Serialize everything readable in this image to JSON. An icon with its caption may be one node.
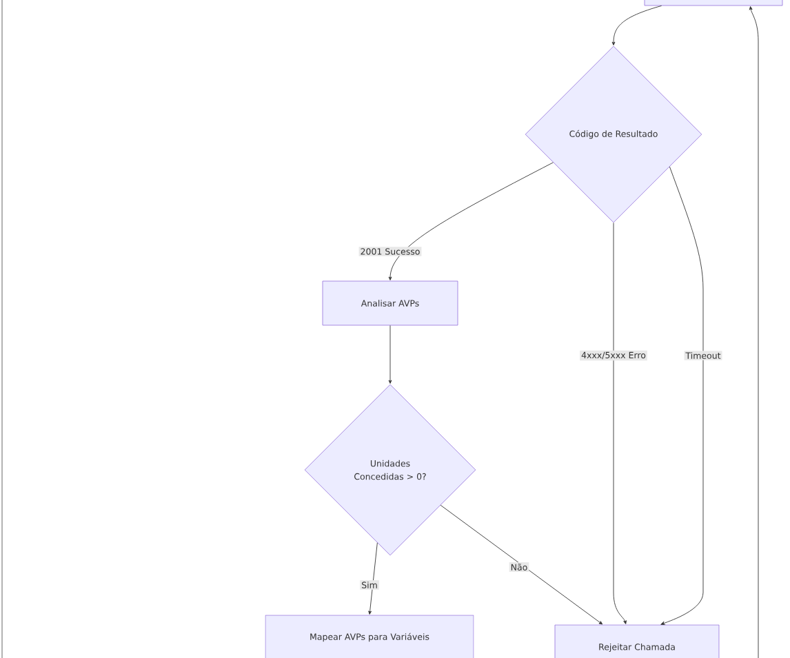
{
  "diagram": {
    "nodes": [
      {
        "text": [],
        "shape": "box"
      },
      {
        "text": [
          "Código de Resultado"
        ]
      },
      {
        "text": [
          "Analisar AVPs"
        ]
      },
      {
        "text": [
          "Unidades Concedidas > 0?"
        ]
      },
      {
        "text": [
          "Mapear AVPs para Variáveis"
        ]
      },
      {
        "text": [
          "Rejeitar Chamada"
        ]
      }
    ],
    "edges": [
      {
        "from": 0,
        "to": 1,
        "arrow": "to"
      },
      {
        "from": 1,
        "to": 2,
        "arrow": "to",
        "label": "2001 Sucesso"
      },
      {
        "from": 1,
        "to": 5,
        "arrow": "to",
        "label": "4xxx/5xxx Erro"
      },
      {
        "from": 1,
        "to": 5,
        "arrow": "to",
        "label": "Timeout"
      },
      {
        "from": 2,
        "to": 3,
        "arrow": "to"
      },
      {
        "from": 3,
        "to": 4,
        "arrow": "to",
        "label": "Sim"
      },
      {
        "from": 3,
        "to": 5,
        "arrow": "to",
        "label": "Não"
      },
      {
        "from": null,
        "to": 0,
        "arrow": "to"
      }
    ]
  }
}
